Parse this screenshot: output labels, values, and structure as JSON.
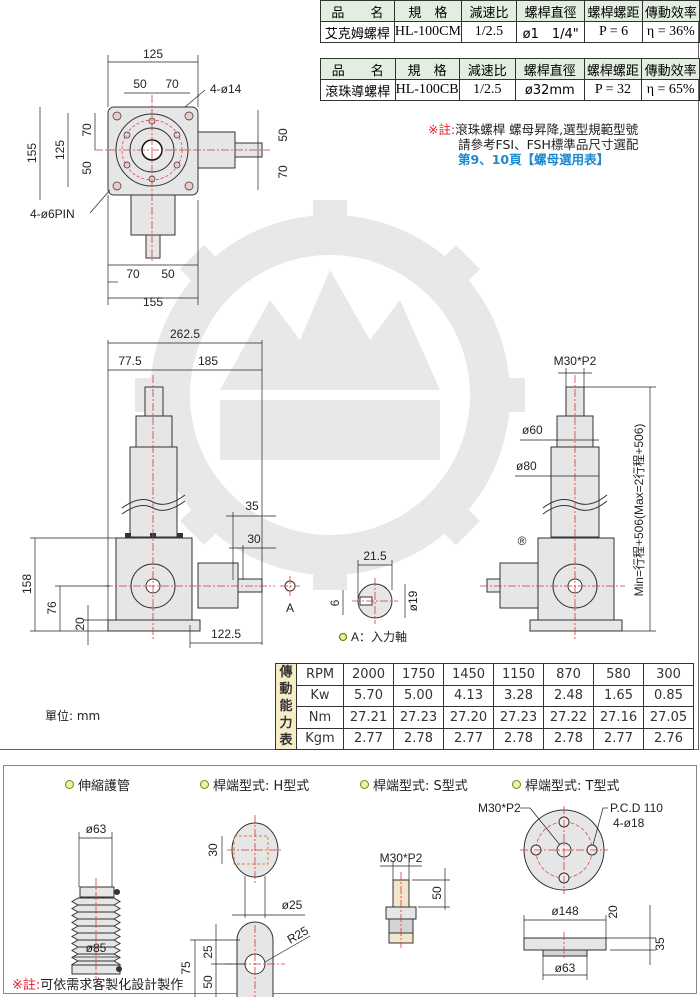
{
  "spec_tables": [
    {
      "headers": [
        "品　　名",
        "規　格",
        "減速比",
        "螺桿直徑",
        "螺桿螺距",
        "傳動效率"
      ],
      "row": [
        "艾克姆螺桿",
        "HL-100CM",
        "1/2.5",
        "ø1　1/4\"",
        "P = 6",
        "η = 36%"
      ]
    },
    {
      "headers": [
        "品　　名",
        "規　格",
        "減速比",
        "螺桿直徑",
        "螺桿螺距",
        "傳動效率"
      ],
      "row": [
        "滾珠導螺桿",
        "HL-100CB",
        "1/2.5",
        "ø32mm",
        "P = 32",
        "η = 65%"
      ]
    }
  ],
  "note": {
    "prefix": "※註:",
    "line1": "滾珠螺桿 螺母昇降,選型規範型號",
    "line2": "請參考FSI、FSH標準品尺寸選配",
    "line3": "第9、10頁【螺母選用表】"
  },
  "top_view": {
    "d125": "125",
    "d50": "50",
    "d70": "70",
    "holes": "4-ø14",
    "d155": "155",
    "d125v": "125",
    "d70v": "70",
    "d50v": "50",
    "d50r": "50",
    "d70r": "70",
    "pin": "4-ø6PIN",
    "d70b": "70",
    "d50b": "50",
    "d155b": "155"
  },
  "side_view": {
    "d262": "262.5",
    "d77": "77.5",
    "d185": "185",
    "d35": "35",
    "d30": "30",
    "d158": "158",
    "d76": "76",
    "d20": "20",
    "d122": "122.5",
    "a": "A"
  },
  "detail_a": {
    "d21": "21.5",
    "d6": "6",
    "d19": "ø19",
    "legend": "A：入力軸"
  },
  "right_view": {
    "thread": "M30*P2",
    "d60": "ø60",
    "d80": "ø80",
    "stroke": "Min=行程+506(Max=2行程+506)",
    "reg": "®"
  },
  "unit": "單位: mm",
  "performance": {
    "label": [
      "傳",
      "動",
      "能",
      "力",
      "表"
    ],
    "rows": [
      {
        "name": "RPM",
        "values": [
          "2000",
          "1750",
          "1450",
          "1150",
          "870",
          "580",
          "300"
        ]
      },
      {
        "name": "Kw",
        "values": [
          "5.70",
          "5.00",
          "4.13",
          "3.28",
          "2.48",
          "1.65",
          "0.85"
        ]
      },
      {
        "name": "Nm",
        "values": [
          "27.21",
          "27.23",
          "27.20",
          "27.23",
          "27.22",
          "27.16",
          "27.05"
        ]
      },
      {
        "name": "Kgm",
        "values": [
          "2.77",
          "2.78",
          "2.77",
          "2.78",
          "2.78",
          "2.77",
          "2.76"
        ]
      }
    ]
  },
  "bottom": {
    "titles": [
      "伸縮護管",
      "桿端型式: H型式",
      "桿端型式: S型式",
      "桿端型式: T型式"
    ],
    "bellows": {
      "d63": "ø63",
      "d85": "ø85"
    },
    "h": {
      "d30": "30",
      "d25": "ø25",
      "r25": "R25",
      "d75": "75",
      "d25v": "25",
      "d50": "50"
    },
    "s": {
      "thread": "M30*P2",
      "d50": "50"
    },
    "t": {
      "thread": "M30*P2",
      "pcd": "P.C.D 110",
      "holes": "4-ø18",
      "d148": "ø148",
      "d20": "20",
      "d35": "35",
      "d63": "ø63"
    },
    "note_prefix": "※註:",
    "note": "可依需求客製化設計製作"
  }
}
